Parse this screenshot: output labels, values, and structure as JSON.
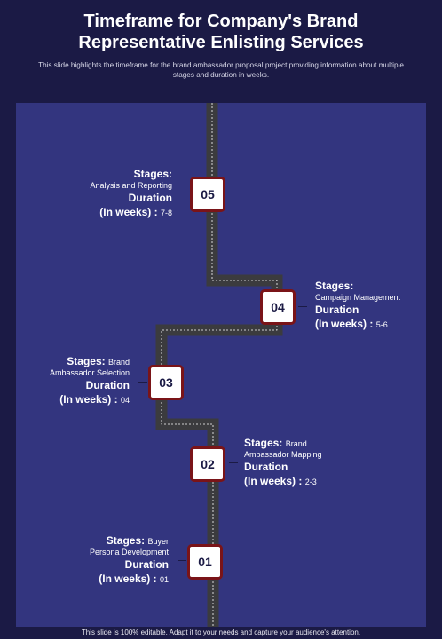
{
  "slide": {
    "title_line1": "Timeframe for Company's Brand",
    "title_line2": "Representative Enlisting Services",
    "subtitle": "This slide highlights the timeframe for the brand ambassador proposal project providing information about multiple stages and duration in weeks.",
    "footer": "This slide is 100% editable. Adapt it to your needs and capture your audience's attention."
  },
  "common": {
    "stages_label": "Stages",
    "duration_label": "Duration",
    "weeks_label": "(In weeks)"
  },
  "stages": [
    {
      "number": "05",
      "stage": "Analysis and Reporting",
      "weeks": "7-8"
    },
    {
      "number": "04",
      "stage": "Campaign Management",
      "weeks": "5-6"
    },
    {
      "number": "03",
      "stage_line1": "Brand",
      "stage_line2": "Ambassador Selection",
      "weeks": "04"
    },
    {
      "number": "02",
      "stage_line1": "Brand",
      "stage_line2": "Ambassador Mapping",
      "weeks": "2-3"
    },
    {
      "number": "01",
      "stage_line1": "Buyer",
      "stage_line2": "Persona Development",
      "weeks": "01"
    }
  ],
  "colors": {
    "background": "#1b1a45",
    "panel": "#33357f",
    "road": "#3b3b3e",
    "box_border": "#7a1418"
  }
}
